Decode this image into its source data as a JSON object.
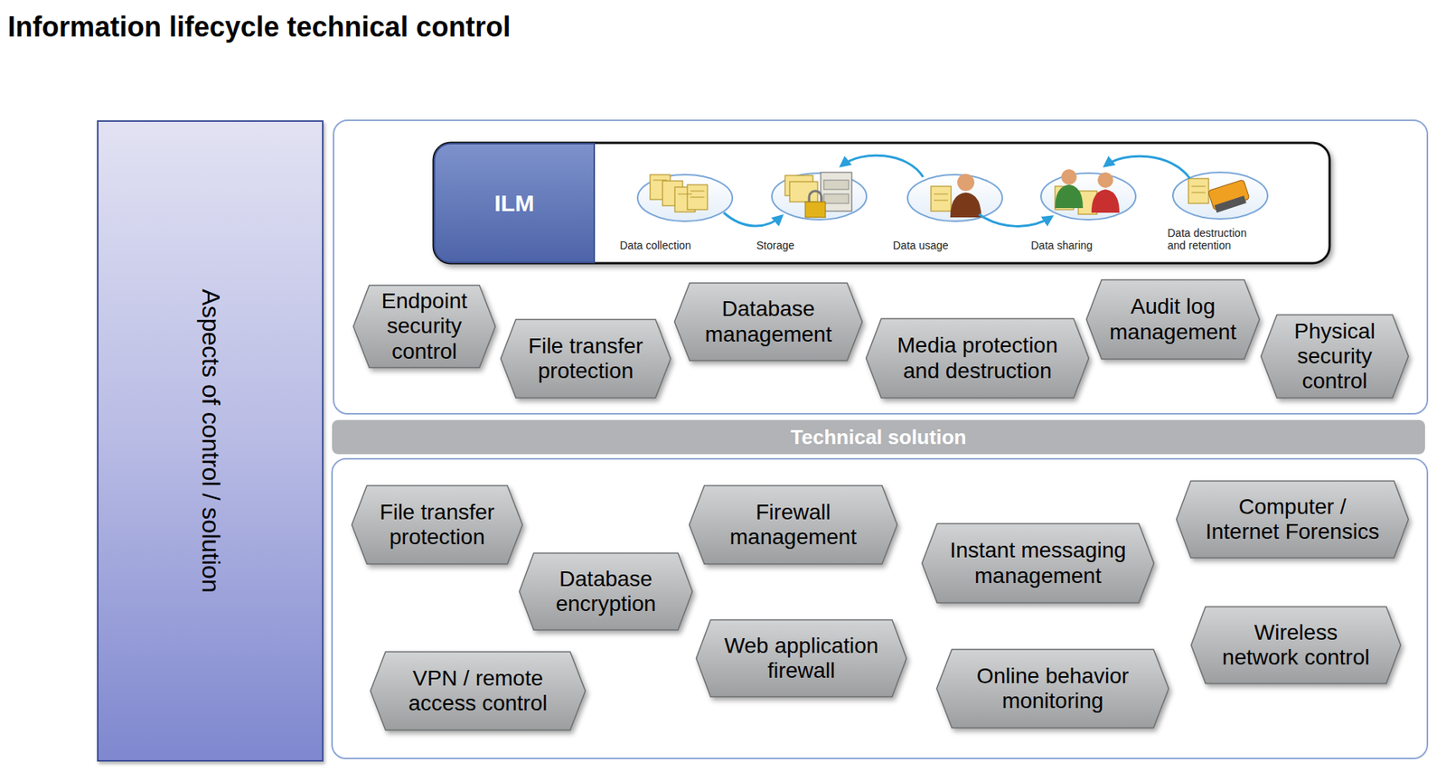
{
  "diagram": {
    "title": "Information lifecycle technical control",
    "nodes": [
      {
        "text": [
          "Aspects of control / solution"
        ]
      },
      {
        "text": [
          "ILM"
        ]
      },
      {
        "text": [
          "Endpoint security control"
        ]
      },
      {
        "text": [
          "File transfer protection"
        ]
      },
      {
        "text": [
          "Database management"
        ]
      },
      {
        "text": [
          "Media protection and destruction"
        ]
      },
      {
        "text": [
          "Audit log management"
        ]
      },
      {
        "text": [
          "Physical security control"
        ]
      },
      {
        "text": [
          "Technical solution"
        ]
      },
      {
        "text": [
          "File transfer protection"
        ]
      },
      {
        "text": [
          "Database encryption"
        ]
      },
      {
        "text": [
          "VPN / remote access control"
        ]
      },
      {
        "text": [
          "Firewall management"
        ]
      },
      {
        "text": [
          "Web application firewall"
        ]
      },
      {
        "text": [
          "Instant messaging management"
        ]
      },
      {
        "text": [
          "Online behavior monitoring"
        ]
      },
      {
        "text": [
          "Computer / Internet Forensics"
        ]
      },
      {
        "text": [
          "Wireless network control"
        ]
      }
    ],
    "labels": [
      "Data collection",
      "Storage",
      "Data usage",
      "Data sharing",
      "Data destruction and retention"
    ]
  }
}
